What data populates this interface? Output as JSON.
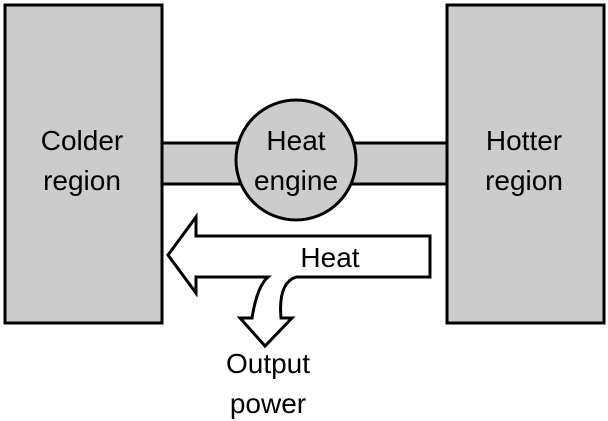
{
  "colors": {
    "region_fill": "#cccccc",
    "stroke": "#000000",
    "background": "#ffffff"
  },
  "colder_region": {
    "line1": "Colder",
    "line2": "region"
  },
  "hotter_region": {
    "line1": "Hotter",
    "line2": "region"
  },
  "engine": {
    "line1": "Heat",
    "line2": "engine"
  },
  "heat_arrow": {
    "label": "Heat"
  },
  "output": {
    "line1": "Output",
    "line2": "power"
  }
}
